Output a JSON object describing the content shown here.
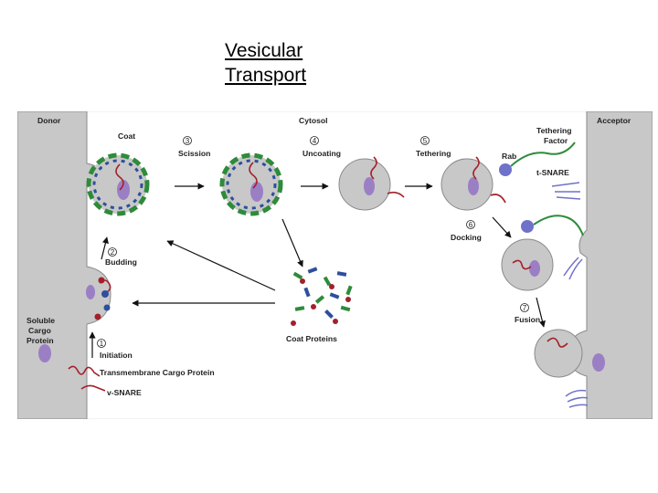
{
  "slide": {
    "title_line1": "Vesicular",
    "title_line2": "Transport"
  },
  "figure": {
    "donor": "Donor",
    "acceptor": "Acceptor",
    "cytosol": "Cytosol",
    "coat": "Coat",
    "tethering_factor_line1": "Tethering",
    "tethering_factor_line2": "Factor",
    "rab": "Rab",
    "t_snare": "t-SNARE",
    "soluble_cargo_line1": "Soluble",
    "soluble_cargo_line2": "Cargo",
    "soluble_cargo_line3": "Protein",
    "transmembrane_cargo": "Transmembrane Cargo Protein",
    "v_snare": "v-SNARE",
    "coat_proteins": "Coat Proteins",
    "steps": [
      {
        "num": "1",
        "label": "Initiation"
      },
      {
        "num": "2",
        "label": "Budding"
      },
      {
        "num": "3",
        "label": "Scission"
      },
      {
        "num": "4",
        "label": "Uncoating"
      },
      {
        "num": "5",
        "label": "Tethering"
      },
      {
        "num": "6",
        "label": "Docking"
      },
      {
        "num": "7",
        "label": "Fusion"
      }
    ]
  },
  "colors": {
    "membrane": "#c8c8c8",
    "membrane_edge": "#8a8a8a",
    "coat_green": "#2e8b3a",
    "coat_blue": "#2d4f9c",
    "cargo_red": "#a3202a",
    "cargo_purple": "#9b7fc4",
    "rab_blue": "#6e72c9"
  }
}
